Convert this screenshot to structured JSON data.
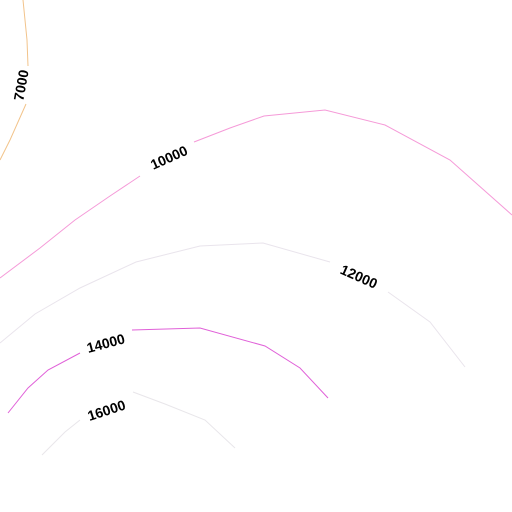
{
  "contours": [
    {
      "value": "7000",
      "color": "#f2c38a"
    },
    {
      "value": "10000",
      "color": "#f59ad8"
    },
    {
      "value": "12000",
      "color": "#e9e4ec"
    },
    {
      "value": "14000",
      "color": "#e060d8"
    },
    {
      "value": "16000",
      "color": "#e8e6ea"
    }
  ]
}
